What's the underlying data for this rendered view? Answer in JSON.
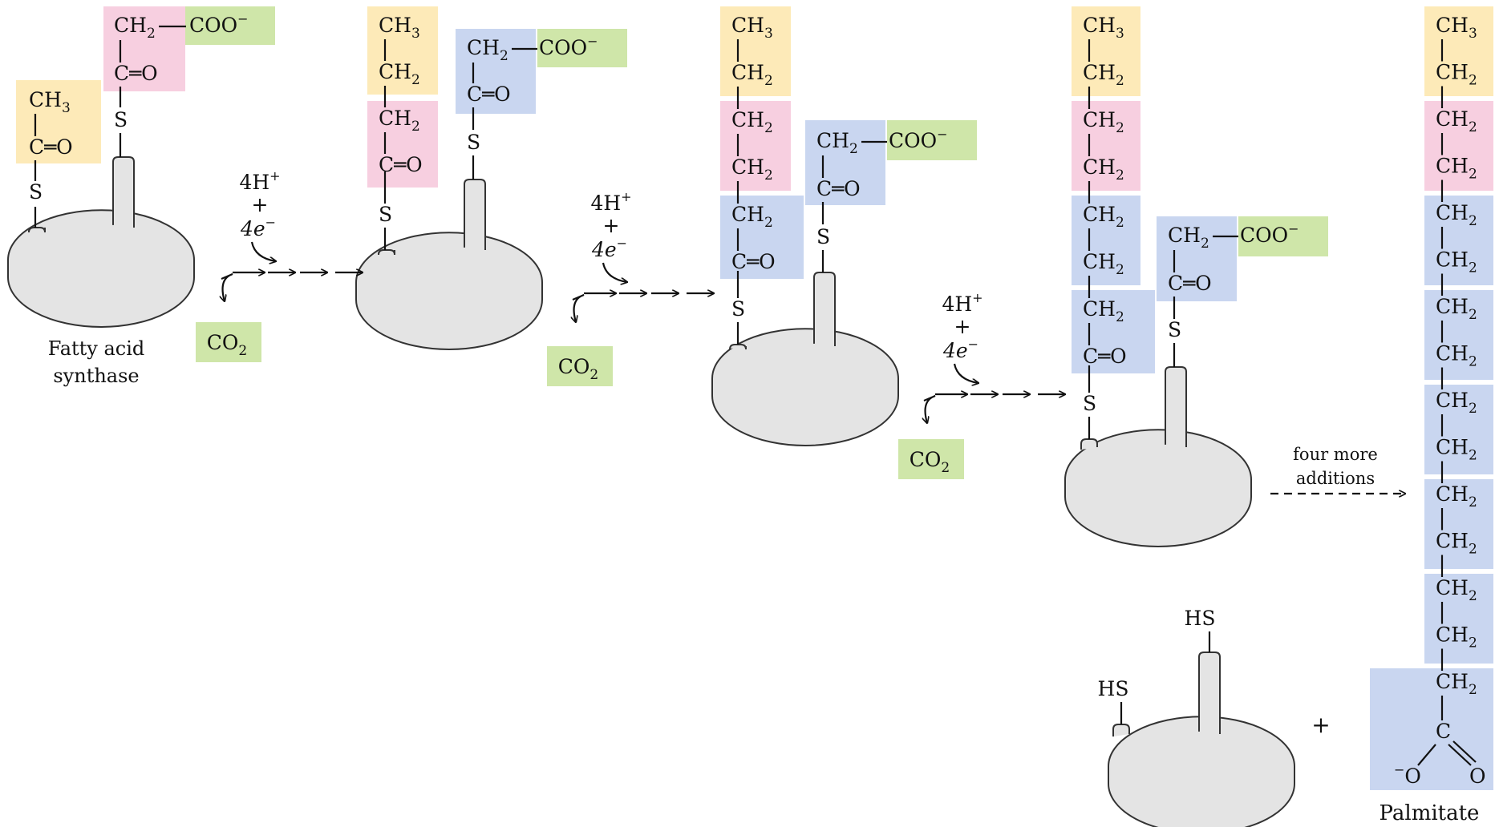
{
  "colors": {
    "yellow": "#fdeab8",
    "pink": "#f7cfe0",
    "blue": "#c9d6f0",
    "green": "#cfe6a9",
    "enzyme_fill": "#e4e4e4",
    "enzyme_stroke": "#333333"
  },
  "text": {
    "ch3": "CH",
    "ch2": "CH",
    "sub3": "3",
    "sub2": "2",
    "carbonyl": "C═O",
    "coo": "COO",
    "minus": "−",
    "sulfur": "S",
    "hs": "HS",
    "co2_main": "CO",
    "co2_sub": "2",
    "c": "C",
    "o": "O",
    "four_h": "4H",
    "plus_sup": "+",
    "plus": "+",
    "four_e": "4e",
    "e_sup": "−"
  },
  "labels": {
    "enzyme_name_line1": "Fatty acid",
    "enzyme_name_line2": "synthase",
    "four_more_line1": "four more",
    "four_more_line2": "additions",
    "product_plus": "+",
    "palmitate": "Palmitate"
  }
}
